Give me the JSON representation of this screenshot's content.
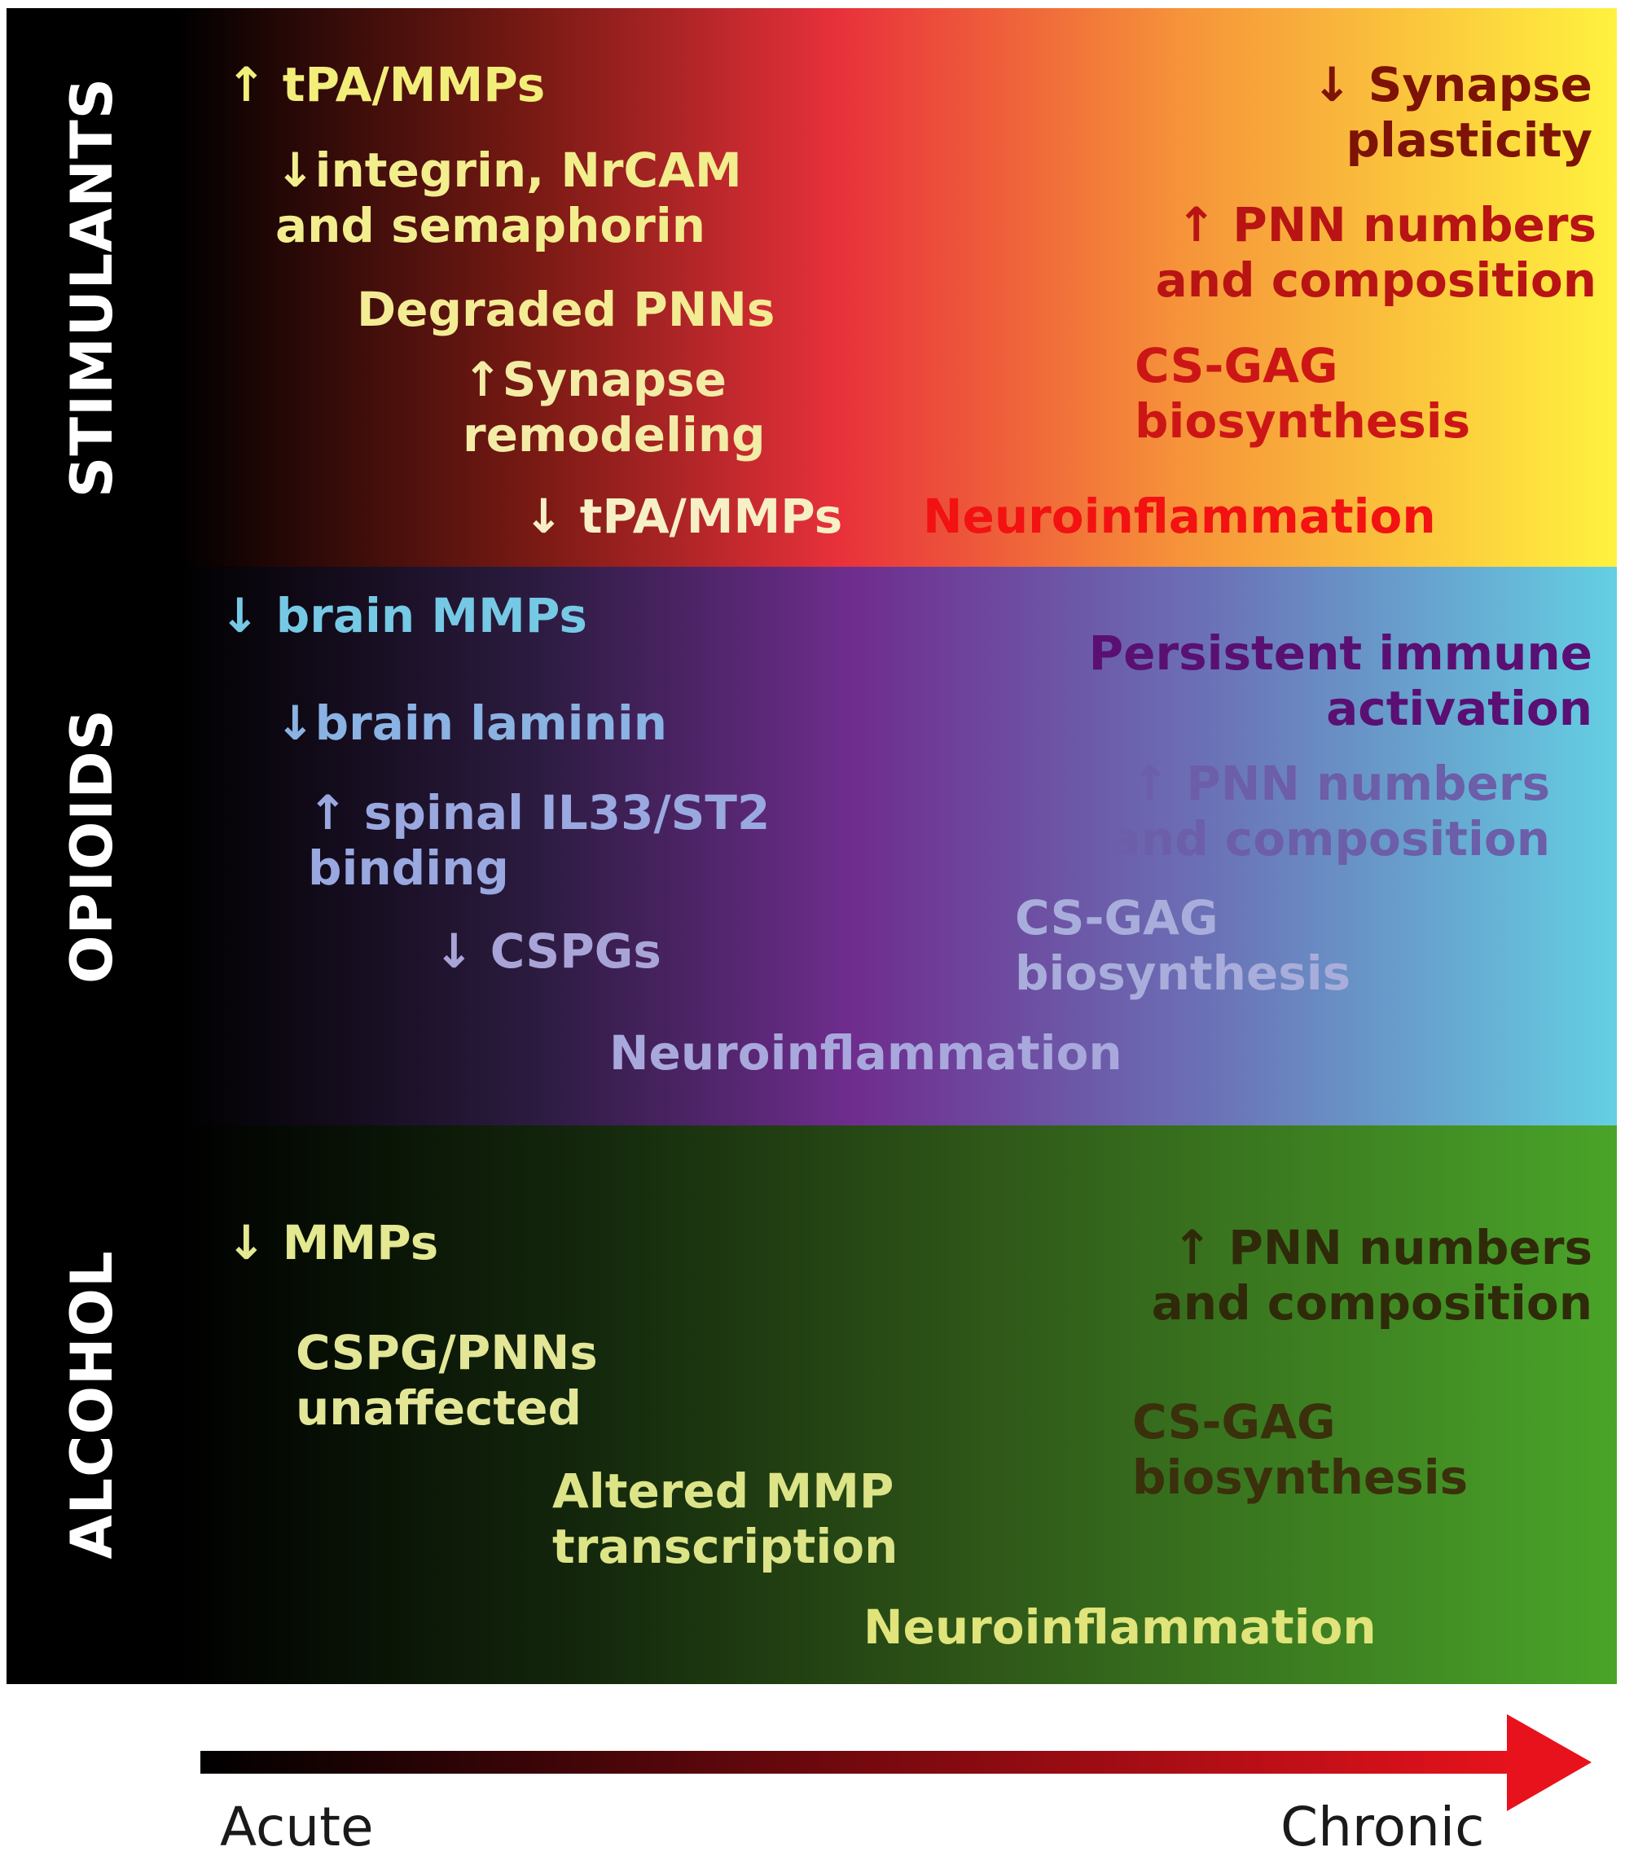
{
  "colors": {
    "stimulants_gradient": [
      "#000000",
      "#7a1a14",
      "#e8313b",
      "#f6943a",
      "#fff23f"
    ],
    "opioids_gradient": [
      "#000000",
      "#2c1b40",
      "#6f2d8e",
      "#6b72b7",
      "#64cfe3"
    ],
    "alcohol_gradient": [
      "#000000",
      "#13270c",
      "#2e5518",
      "#4aa429"
    ],
    "arrow": [
      "#000000",
      "#e8121c"
    ]
  },
  "stimulants": {
    "label": "STIMULANTS",
    "items": [
      "↑ tPA/MMPs",
      "↓integrin, NrCAM\nand semaphorin",
      "Degraded PNNs",
      "↑Synapse\nremodeling",
      "↓ tPA/MMPs",
      "Neuroinflammation",
      "↓ Synapse\nplasticity",
      "↑ PNN numbers\nand composition",
      "CS-GAG\nbiosynthesis"
    ]
  },
  "opioids": {
    "label": "OPIOIDS",
    "items": [
      "↓ brain MMPs",
      "↓brain laminin",
      "↑ spinal IL33/ST2\nbinding",
      "↓ CSPGs",
      "Neuroinflammation",
      "Persistent immune\nactivation",
      "↑ PNN numbers\nand composition",
      "CS-GAG\nbiosynthesis"
    ]
  },
  "alcohol": {
    "label": "ALCOHOL",
    "items": [
      "↓ MMPs",
      "CSPG/PNNs\nunaffected",
      "Altered MMP\ntranscription",
      "Neuroinflammation",
      "↑ PNN numbers\nand composition",
      "CS-GAG\nbiosynthesis"
    ]
  },
  "axis": {
    "start_label": "Acute",
    "end_label": "Chronic"
  }
}
